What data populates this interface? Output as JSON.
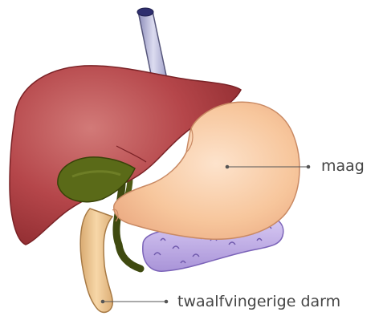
{
  "labels": {
    "stomach": "maag",
    "duodenum": "twaalfvingerige darm"
  },
  "organs": [
    {
      "name": "liver",
      "color": "#a8383a"
    },
    {
      "name": "gallbladder",
      "color": "#5c6a16"
    },
    {
      "name": "stomach",
      "color": "#f6c295"
    },
    {
      "name": "pancreas",
      "color": "#c7b2ea"
    },
    {
      "name": "duodenum",
      "color": "#eec891"
    },
    {
      "name": "esophagus",
      "color": "#b8b8d8"
    }
  ],
  "colors": {
    "label_text": "#454545",
    "leader_line": "#555555"
  }
}
